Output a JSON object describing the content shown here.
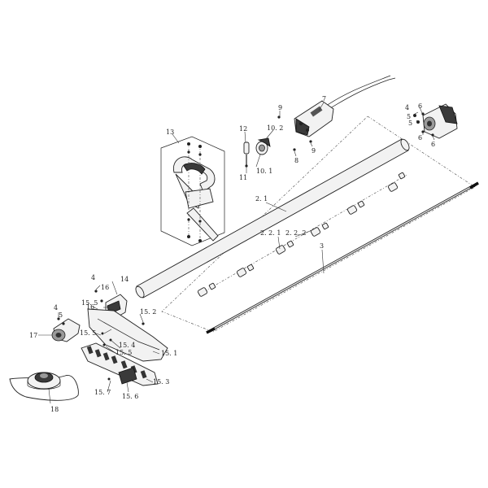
{
  "diagram": {
    "callouts": {
      "c_2_1": "2. 1",
      "c_2_2_1": "2. 2. 1",
      "c_2_2_2": "2. 2. 2",
      "c_3": "3",
      "c_4a": "4",
      "c_4b": "4",
      "c_4c": "4",
      "c_5a": "5",
      "c_5b": "5",
      "c_5c": "5",
      "c_6a": "6",
      "c_6b": "6",
      "c_6c": "6",
      "c_7": "7",
      "c_8": "8",
      "c_9a": "9",
      "c_9b": "9",
      "c_10_1": "10. 1",
      "c_10_2": "10. 2",
      "c_11": "11",
      "c_12": "12",
      "c_13": "13",
      "c_14": "14",
      "c_15_1": "15. 1",
      "c_15_2": "15. 2",
      "c_15_3": "15. 3",
      "c_15_4": "15. 4",
      "c_15_5a": "15. 5",
      "c_15_5b": "15. 5",
      "c_15_5c": "15. 5",
      "c_15_6": "15. 6",
      "c_15_7": "15. 7",
      "c_16a": "16",
      "c_16b": "16",
      "c_17": "17",
      "c_18": "18"
    }
  }
}
